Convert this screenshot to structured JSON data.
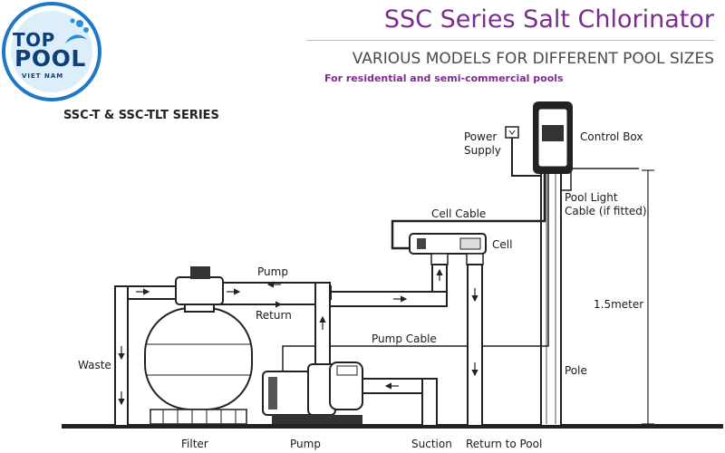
{
  "logo": {
    "line1": "TOP",
    "line2": "POOL",
    "line3": "VIET NAM"
  },
  "header": {
    "title": "SSC Series Salt Chlorinator",
    "subtitle": "VARIOUS MODELS FOR DIFFERENT POOL SIZES",
    "tagline": "For residential and semi-commercial pools"
  },
  "series_label": "SSC-T & SSC-TLT SERIES",
  "labels": {
    "power_supply_1": "Power",
    "power_supply_2": "Supply",
    "control_box": "Control Box",
    "pool_light_1": "Pool Light",
    "pool_light_2": "Cable (if fitted)",
    "cell_cable": "Cell Cable",
    "cell": "Cell",
    "pump_top": "Pump",
    "return_top": "Return",
    "height": "1.5meter",
    "pump_cable": "Pump Cable",
    "waste": "Waste",
    "pole": "Pole",
    "filter": "Filter",
    "pump_bottom": "Pump",
    "suction": "Suction",
    "return_to_pool": "Return to Pool"
  },
  "colors": {
    "title": "#7a2d8c",
    "logo_ring": "#1e78c8",
    "logo_text": "#0f3f7a"
  }
}
